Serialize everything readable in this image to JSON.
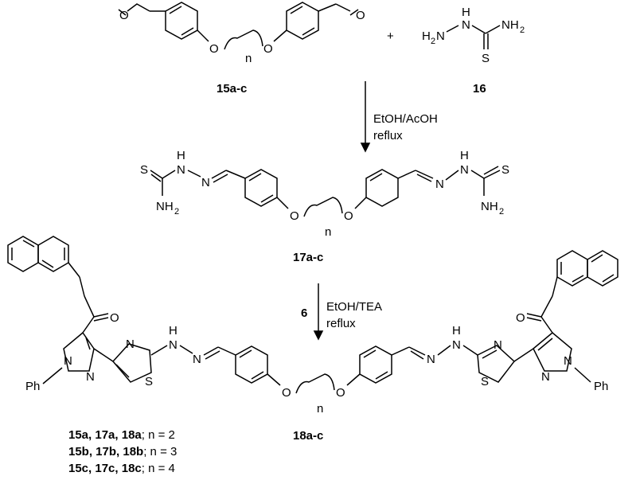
{
  "compounds": {
    "c15": "15a-c",
    "c16": "16",
    "c17": "17a-c",
    "c18": "18a-c"
  },
  "plus": "+",
  "steps": {
    "step1_line1": "EtOH/AcOH",
    "step1_line2": "reflux",
    "step2_reagent": "6",
    "step2_line1": "EtOH/TEA",
    "step2_line2": "reflux"
  },
  "atoms": {
    "O": "O",
    "N": "N",
    "S": "S",
    "H": "H",
    "n": "n",
    "NH2": "NH",
    "sub2": "2",
    "H2N": "H",
    "Ph": "Ph"
  },
  "legend": [
    {
      "bold": "15a, 17a, 18a",
      "rest": ";  n = 2"
    },
    {
      "bold": "15b, 17b, 18b",
      "rest": "; n = 3"
    },
    {
      "bold": "15c, 17c, 18c",
      "rest": "; n = 4"
    }
  ]
}
